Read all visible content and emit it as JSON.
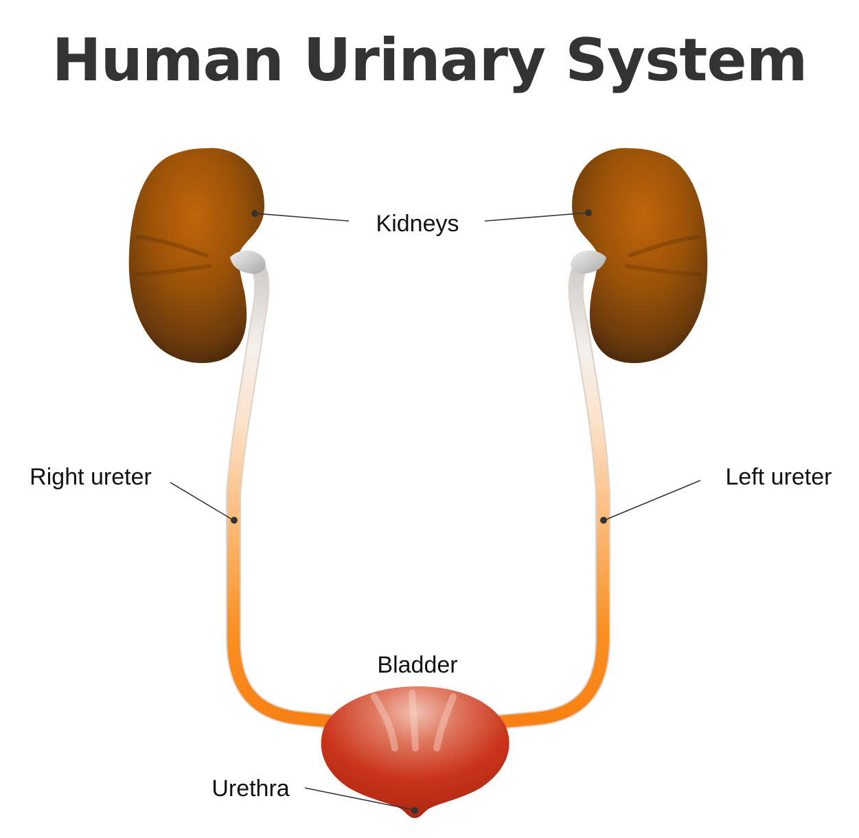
{
  "title": "Human Urinary System",
  "labels": {
    "kidneys": "Kidneys",
    "right_ureter": "Right ureter",
    "left_ureter": "Left ureter",
    "bladder": "Bladder",
    "urethra": "Urethra"
  },
  "colors": {
    "title": "#333333",
    "kidney": "#b5600a",
    "kidney_dark": "#3b200a",
    "ureter_top": "#d8d8d8",
    "ureter_bottom": "#fb8a1c",
    "bladder": "#c9341a",
    "bladder_highlight": "#f0b3a6",
    "leader_line": "#333333"
  }
}
